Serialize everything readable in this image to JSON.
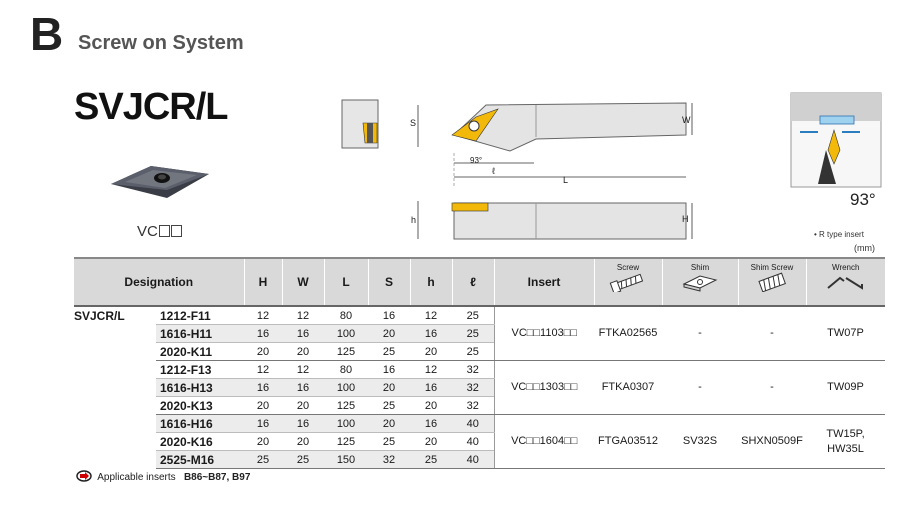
{
  "section": {
    "letter": "B",
    "title": "Screw on System"
  },
  "product": {
    "model": "SVJCR/L",
    "insert_prefix": "VC",
    "angle": "93°",
    "r_type_note": "• R type insert",
    "unit": "(mm)"
  },
  "drawing_labels": {
    "s": "S",
    "w": "W",
    "angle_small": "93°",
    "l_small": "ℓ",
    "l": "L",
    "h_small": "h",
    "h": "H"
  },
  "table": {
    "columns": [
      "Designation",
      "H",
      "W",
      "L",
      "S",
      "h",
      "ℓ",
      "Insert",
      "Screw",
      "Shim",
      "Shim Screw",
      "Wrench"
    ],
    "family": "SVJCR/L",
    "groups": [
      {
        "insert": "VC□□1103□□",
        "screw": "FTKA02565",
        "shim": "-",
        "shim_screw": "-",
        "wrench": "TW07P",
        "rows": [
          {
            "code": "1212-F11",
            "H": "12",
            "W": "12",
            "L": "80",
            "S": "16",
            "h": "12",
            "l": "25"
          },
          {
            "code": "1616-H11",
            "H": "16",
            "W": "16",
            "L": "100",
            "S": "20",
            "h": "16",
            "l": "25"
          },
          {
            "code": "2020-K11",
            "H": "20",
            "W": "20",
            "L": "125",
            "S": "25",
            "h": "20",
            "l": "25"
          }
        ]
      },
      {
        "insert": "VC□□1303□□",
        "screw": "FTKA0307",
        "shim": "-",
        "shim_screw": "-",
        "wrench": "TW09P",
        "rows": [
          {
            "code": "1212-F13",
            "H": "12",
            "W": "12",
            "L": "80",
            "S": "16",
            "h": "12",
            "l": "32"
          },
          {
            "code": "1616-H13",
            "H": "16",
            "W": "16",
            "L": "100",
            "S": "20",
            "h": "16",
            "l": "32"
          },
          {
            "code": "2020-K13",
            "H": "20",
            "W": "20",
            "L": "125",
            "S": "25",
            "h": "20",
            "l": "32"
          }
        ]
      },
      {
        "insert": "VC□□1604□□",
        "screw": "FTGA03512",
        "shim": "SV32S",
        "shim_screw": "SHXN0509F",
        "wrench_1": "TW15P,",
        "wrench_2": "HW35L",
        "rows": [
          {
            "code": "1616-H16",
            "H": "16",
            "W": "16",
            "L": "100",
            "S": "20",
            "h": "16",
            "l": "40"
          },
          {
            "code": "2020-K16",
            "H": "20",
            "W": "20",
            "L": "125",
            "S": "25",
            "h": "20",
            "l": "40"
          },
          {
            "code": "2525-M16",
            "H": "25",
            "W": "25",
            "L": "150",
            "S": "32",
            "h": "25",
            "l": "40"
          }
        ]
      }
    ]
  },
  "footer": {
    "label": "Applicable inserts",
    "pages": "B86~B87, B97"
  }
}
